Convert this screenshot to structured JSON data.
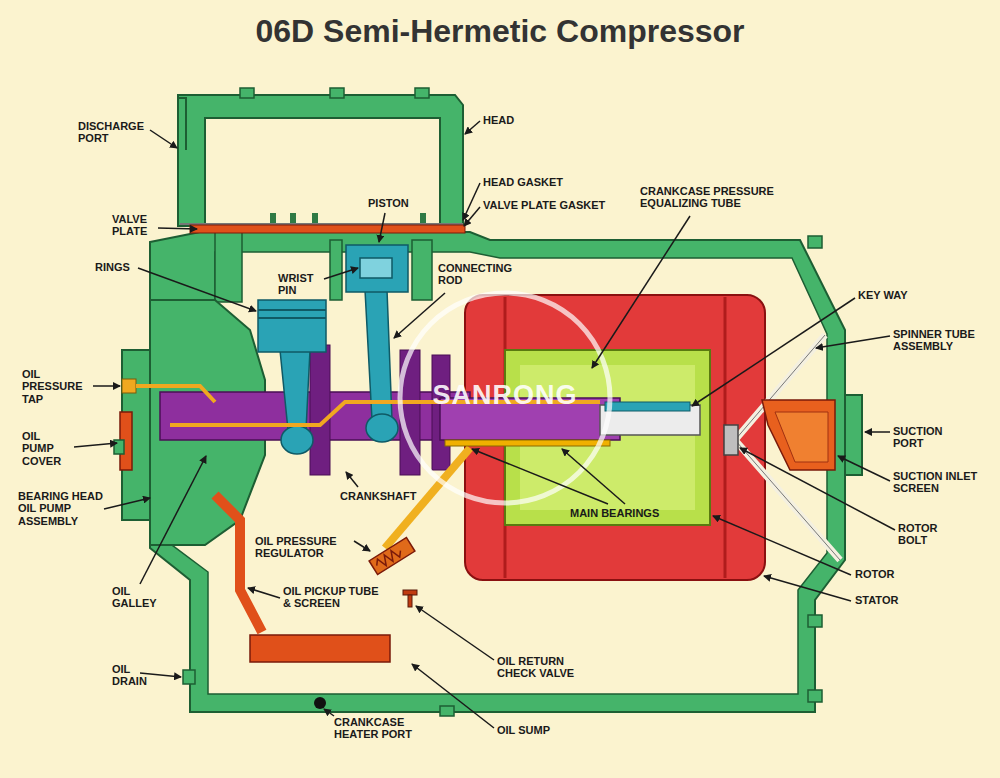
{
  "diagram": {
    "title": "06D Semi-Hermetic Compressor",
    "labels": [
      "DISCHARGE PORT",
      "HEAD",
      "HEAD GASKET",
      "PISTON",
      "VALVE PLATE GASKET",
      "CRANKCASE PRESSURE EQUALIZING TUBE",
      "VALVE PLATE",
      "RINGS",
      "WRIST PIN",
      "CONNECTING ROD",
      "KEY WAY",
      "SPINNER TUBE ASSEMBLY",
      "OIL PRESSURE TAP",
      "SANRONG",
      "SUCTION PORT",
      "OIL PUMP COVER",
      "SUCTION INLET SCREEN",
      "BEARING HEAD OIL PUMP ASSEMBLY",
      "CRANKSHAFT",
      "MAIN BEARINGS",
      "ROTOR BOLT",
      "OIL PRESSURE REGULATOR",
      "ROTOR",
      "STATOR",
      "OIL GALLEY",
      "OIL PICKUP TUBE & SCREEN",
      "OIL RETURN CHECK VALVE",
      "OIL DRAIN",
      "CRANKCASE HEATER PORT",
      "OIL SUMP"
    ]
  }
}
